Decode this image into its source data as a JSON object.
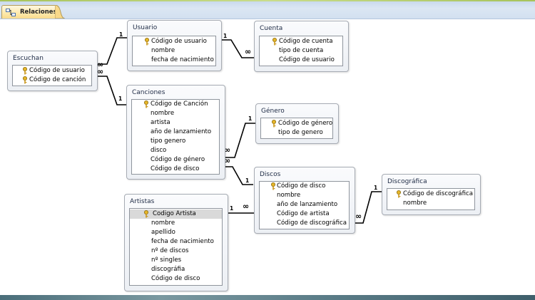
{
  "tab": {
    "label": "Relaciones",
    "icon": "relationships-icon"
  },
  "colors": {
    "line": "#000000",
    "key_icon": "#d8a41a",
    "selected_row": "#d9d9d9"
  },
  "tables": {
    "escuchan": {
      "title": "Escuchan",
      "fields": [
        "Código de usuario",
        "Código de canción"
      ]
    },
    "usuario": {
      "title": "Usuario",
      "fields": [
        "Código de usuario",
        "nombre",
        "fecha de nacimiento"
      ]
    },
    "cuenta": {
      "title": "Cuenta",
      "fields": [
        "Código de cuenta",
        "tipo de cuenta",
        "Código de usuario"
      ]
    },
    "canciones": {
      "title": "Canciones",
      "fields": [
        "Código de Canción",
        "nombre",
        "artista",
        "año de lanzamiento",
        "tipo genero",
        "disco",
        "Código de género",
        "Código de disco"
      ]
    },
    "genero": {
      "title": "Género",
      "fields": [
        "Código de género",
        "tipo de genero"
      ]
    },
    "discos": {
      "title": "Discos",
      "fields": [
        "Código de disco",
        "nombre",
        "año de lanzamiento",
        "Código de artista",
        "Código de discográfica"
      ]
    },
    "discografica": {
      "title": "Discográfica",
      "fields": [
        "Código de discográfica",
        "nombre"
      ]
    },
    "artistas": {
      "title": "Artistas",
      "fields": [
        "Codigo Artista",
        "nombre",
        "apellido",
        "fecha de nacimiento",
        "nº de discos",
        "nº singles",
        "discográfia",
        "Código de disco"
      ]
    }
  },
  "cardinality": {
    "one": "1",
    "many": "∞"
  }
}
